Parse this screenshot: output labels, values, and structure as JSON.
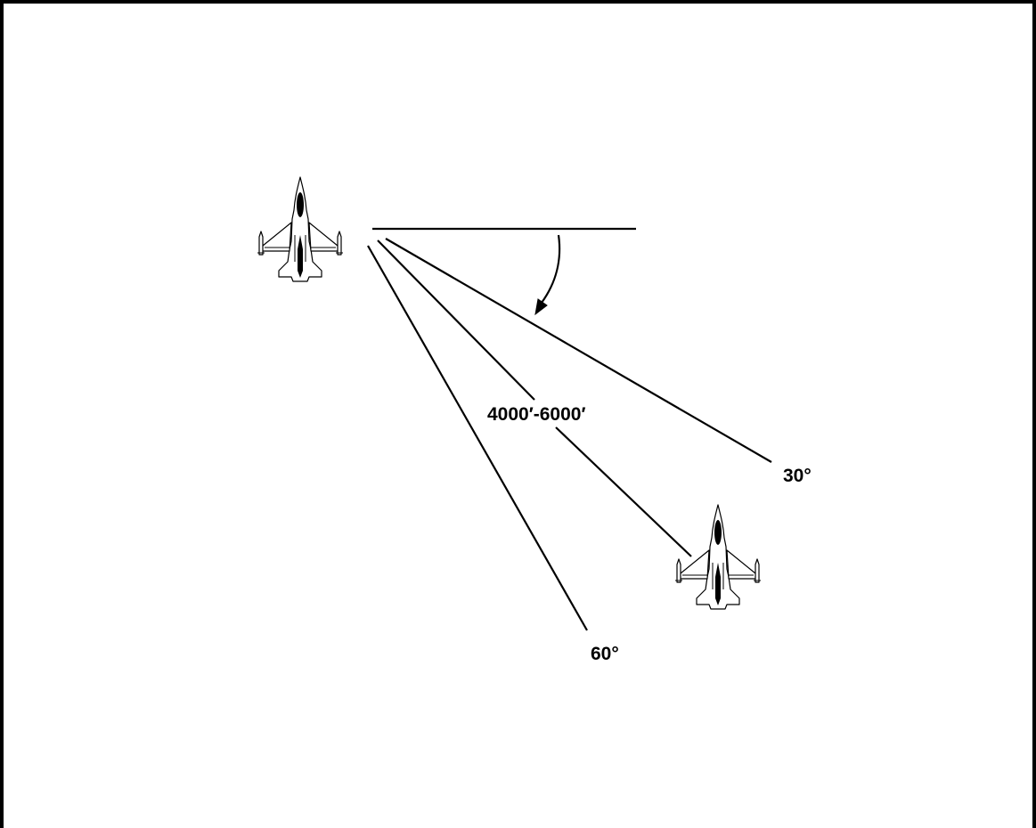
{
  "labels": {
    "range": "4000′-6000′",
    "angle_30": "30°",
    "angle_60": "60°"
  },
  "icons": {
    "lead_aircraft": "fighter-jet-icon",
    "wingman_aircraft": "fighter-jet-icon",
    "rotation_arrow": "curved-arrow-icon"
  },
  "colors": {
    "line": "#000000",
    "background": "#ffffff"
  }
}
